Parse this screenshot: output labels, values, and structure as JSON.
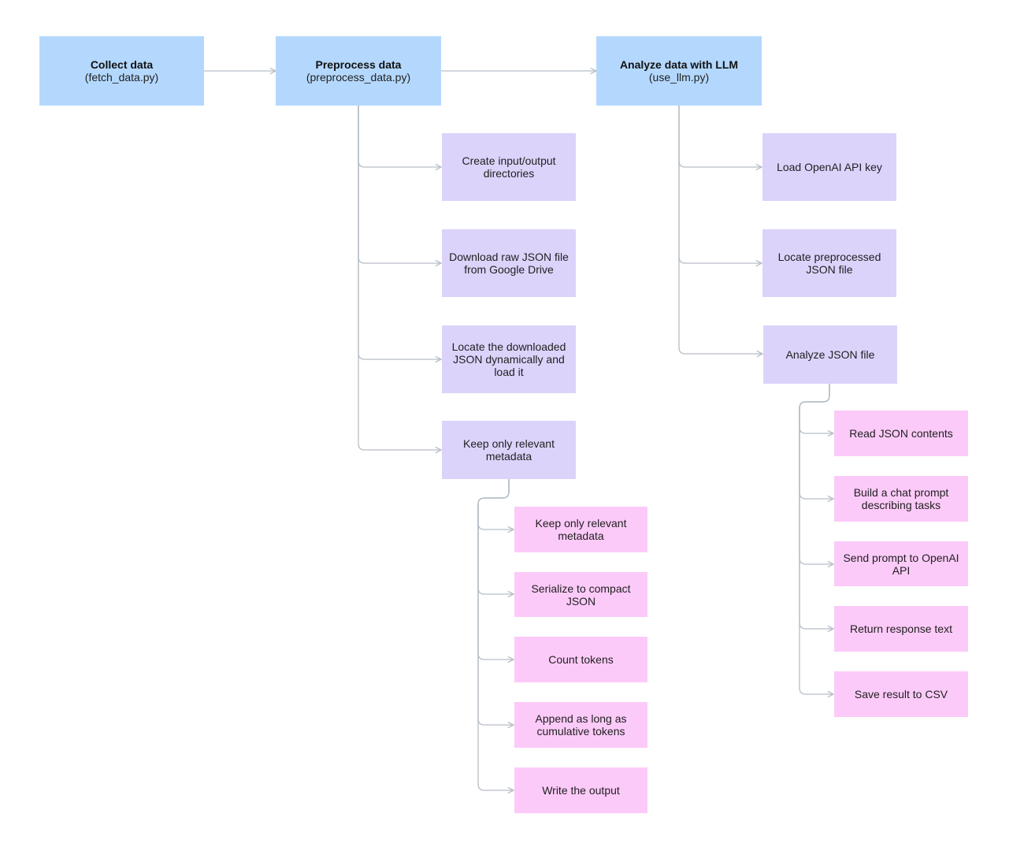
{
  "main": {
    "collect": {
      "title": "Collect data",
      "subtitle": "(fetch_data.py)"
    },
    "preprocess": {
      "title": "Preprocess data",
      "subtitle": "(preprocess_data.py)"
    },
    "analyze": {
      "title": "Analyze data with LLM",
      "subtitle": "(use_llm.py)"
    }
  },
  "preprocess_steps": [
    "Create input/output\ndirectories",
    "Download raw JSON file\nfrom Google Drive",
    "Locate the downloaded\nJSON dynamically and\nload it",
    "Keep only relevant\nmetadata"
  ],
  "metadata_substeps": [
    "Keep only relevant\nmetadata",
    "Serialize to compact\nJSON",
    "Count tokens",
    "Append as long as\ncumulative tokens",
    "Write the output"
  ],
  "analyze_steps": [
    "Load OpenAI API key",
    "Locate preprocessed\nJSON file",
    "Analyze JSON file"
  ],
  "analyze_substeps": [
    "Read JSON contents",
    "Build a chat prompt\ndescribing tasks",
    "Send prompt to OpenAI\nAPI",
    "Return response text",
    "Save result to CSV"
  ],
  "colors": {
    "main": "#b4d8fd",
    "step": "#dcd3fb",
    "substep": "#fccaf9",
    "connector": "#b6bec6"
  }
}
